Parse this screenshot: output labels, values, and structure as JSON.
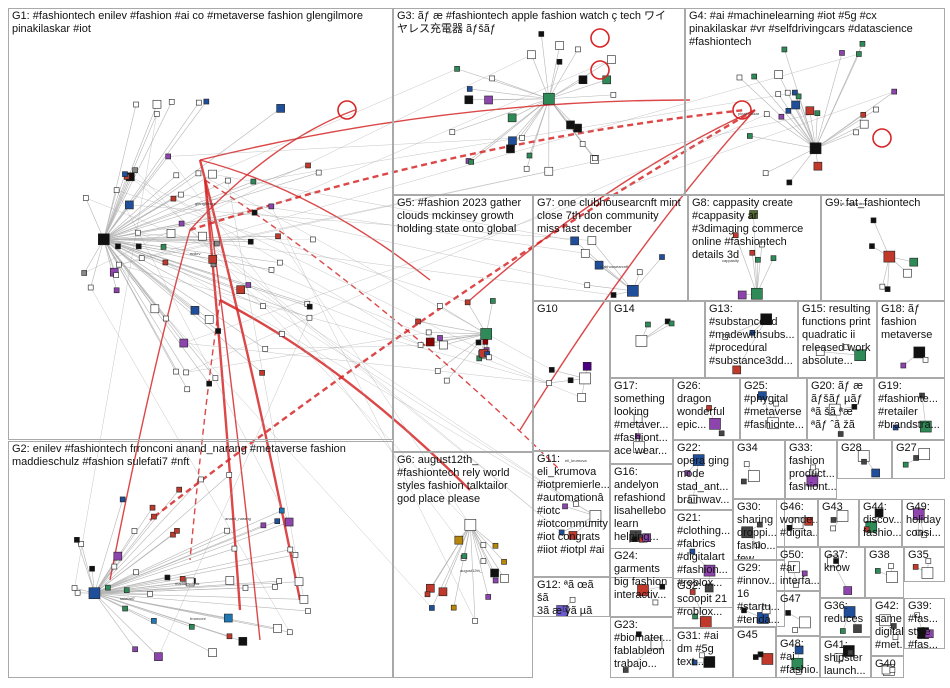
{
  "groups": [
    {
      "id": "G1",
      "label": "G1: #fashiontech enilev #fashion #ai co #metaverse fashion glengilmore\npinakilaskar #iot",
      "color": "#888888"
    },
    {
      "id": "G2",
      "label": "G2: enilev #fashiontech frronconi anand_narang #metaverse fashion\nmaddieschulz #fashion sulefati7 #nft",
      "color": "#1f77b4"
    },
    {
      "id": "G3",
      "label": "G3: ãƒ æ #fashiontech apple fashion watch ç tech ワイ\nヤレス充電器 ãƒšãƒ",
      "color": "#2e8b57"
    },
    {
      "id": "G4",
      "label": "G4: #ai #machinelearning #iot #5g #cx\npinakilaskar #vr #selfdrivingcars #datascience\n#fashiontech",
      "color": "#2e8b57"
    },
    {
      "id": "G5",
      "label": "G5: #fashion 2023 gather\nclouds mckinsey growth\nholding state onto global",
      "color": "#8b0000"
    },
    {
      "id": "G6",
      "label": "G6: august12th_\n#fashiontech rely world\nstyles fashion talktailor\ngod place please",
      "color": "#b8860b"
    },
    {
      "id": "G7",
      "label": "G7: one clubhousearcnft mint\nclose 7th don community\nmiss last december",
      "color": "#daa520"
    },
    {
      "id": "G8",
      "label": "G8: cappasity create\n#cappasity ar\n#3dimaging commerce\nonline #fashiontech\ndetails 3d",
      "color": "#556b2f"
    },
    {
      "id": "G9",
      "label": "G9: fat_fashiontech",
      "color": "#c71585"
    },
    {
      "id": "G10",
      "label": "G10",
      "color": "#4b0082"
    },
    {
      "id": "G11",
      "label": "G11:\neli_krumova\n#iotpremierle...\n#automationâ\n#iotc\n#iotcommunity\n#iot congrats\n#iiot #iotpl #ai",
      "color": "#6a5acd"
    },
    {
      "id": "G12",
      "label": "G12: ªã œã šã\n3ã æ ÿã µã œi\nšã ˆã",
      "color": "#6a5acd"
    },
    {
      "id": "G13",
      "label": "G13:\n#substance3d\n#madewithsubs...\n#procedural\n#substance3dd...",
      "color": "#444"
    },
    {
      "id": "G14",
      "label": "G14",
      "color": "#444"
    },
    {
      "id": "G15",
      "label": "G15: resulting\nfunctions print\nquadratic ii\nreleased work\nabsolute...",
      "color": "#444"
    },
    {
      "id": "G16",
      "label": "G16:\nandelyon\nrefashiond\nlisahellebo\nlearn\nhelping...",
      "color": "#444"
    },
    {
      "id": "G17",
      "label": "G17:\nsomething\nlooking\n#metaver...\n#fashiont...\nace wear...",
      "color": "#444"
    },
    {
      "id": "G18",
      "label": "G18: ãƒ\nfashion\nmetaverse",
      "color": "#444"
    },
    {
      "id": "G19",
      "label": "G19:\n#fashionte...\n#retailer\n#brandstra...",
      "color": "#444"
    },
    {
      "id": "G20",
      "label": "G20: ãƒ æ\nãƒšãƒ µãƒ\nªã šã ªæ\nªãƒ ˆã žã",
      "color": "#444"
    },
    {
      "id": "G21",
      "label": "G21:\n#clothing...\n#fabrics\n#digitalart\n#fashion...\n#roblox...",
      "color": "#444"
    },
    {
      "id": "G22",
      "label": "G22: opera ging\nmode\nstad_ant...\nbrainwav...",
      "color": "#444"
    },
    {
      "id": "G23",
      "label": "G23:\n#biomater...\nfablableon\ntrabajo...",
      "color": "#444"
    },
    {
      "id": "G24",
      "label": "G24:\ngarments\nbig fashion\ninteractiv...",
      "color": "#444"
    },
    {
      "id": "G25",
      "label": "G25:\n#phygital\n#metaverse\n#fashionte...",
      "color": "#444"
    },
    {
      "id": "G26",
      "label": "G26:\ndragon\nwonderful\nepic...",
      "color": "#444"
    },
    {
      "id": "G27",
      "label": "G27",
      "color": "#444"
    },
    {
      "id": "G28",
      "label": "G28",
      "color": "#444"
    },
    {
      "id": "G29",
      "label": "G29:\n#innov...\n16\n#startu...\n#tenda...",
      "color": "#444"
    },
    {
      "id": "G30",
      "label": "G30:\nsharing\ndroppi...\nfashio...\nfew...",
      "color": "#444"
    },
    {
      "id": "G31",
      "label": "G31: #ai\ndm #5g\ntext...",
      "color": "#444"
    },
    {
      "id": "G32",
      "label": "G32:\nscoopit 21\n#roblox...",
      "color": "#444"
    },
    {
      "id": "G33",
      "label": "G33:\nfashion\nproduct...\nfashiont...",
      "color": "#444"
    },
    {
      "id": "G34",
      "label": "G34",
      "color": "#444"
    },
    {
      "id": "G35",
      "label": "G35",
      "color": "#444"
    },
    {
      "id": "G36",
      "label": "G36:\nreduces",
      "color": "#444"
    },
    {
      "id": "G37",
      "label": "G37:\nknow",
      "color": "#444"
    },
    {
      "id": "G38",
      "label": "G38",
      "color": "#444"
    },
    {
      "id": "G39",
      "label": "G39:\n#fas...\nstyle\n#fas...",
      "color": "#444"
    },
    {
      "id": "G40",
      "label": "G40",
      "color": "#444"
    },
    {
      "id": "G41",
      "label": "G41:\nshipster\nlaunch...",
      "color": "#444"
    },
    {
      "id": "G42",
      "label": "G42:\nsame\ndigital\n#met...",
      "color": "#444"
    },
    {
      "id": "G43",
      "label": "G43",
      "color": "#444"
    },
    {
      "id": "G44",
      "label": "G44:\ndiscov...\nfashio...",
      "color": "#444"
    },
    {
      "id": "G45",
      "label": "G45",
      "color": "#444"
    },
    {
      "id": "G46",
      "label": "G46:\nwonde...\n#digita...",
      "color": "#444"
    },
    {
      "id": "G47",
      "label": "G47",
      "color": "#444"
    },
    {
      "id": "G48",
      "label": "G48: #ai\n#fashio...\n#5g...",
      "color": "#444"
    },
    {
      "id": "G49",
      "label": "G49:\nholiday\nconsi...",
      "color": "#444"
    },
    {
      "id": "G50",
      "label": "G50:\n#ar\ninterfa...",
      "color": "#444"
    }
  ],
  "node_labels": [
    "pinakilaskar",
    "glengilmore",
    "enilev",
    "fat_fashiontech",
    "cappasity",
    "august12th_",
    "eli_krumova",
    "anand_narang",
    "sulefati7",
    "maddieschulz",
    "frronconi",
    "clubhousearcnft"
  ]
}
